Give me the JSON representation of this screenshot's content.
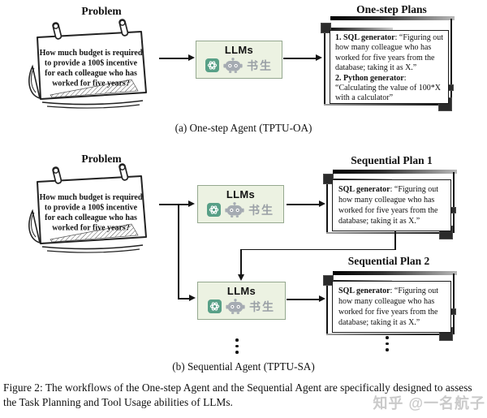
{
  "problem": {
    "title": "Problem",
    "line1": "How much budget is required",
    "line2": "to provide a 100$ incentive",
    "line3": "for each colleague who has",
    "line4": "worked for five years?"
  },
  "llms": {
    "label": "LLMs",
    "partner_logo_text": "书生",
    "icons": [
      "openai-knot-icon",
      "robot-icon"
    ]
  },
  "panel_a": {
    "plans_title": "One-step Plans",
    "plan_item1_prefix": "1. ",
    "plan_item1_name": "SQL generator",
    "plan_item1_text": ": “Figuring out how many colleague who has worked for five years from the database; taking it as X.”",
    "plan_item2_prefix": "2. ",
    "plan_item2_name": "Python generator",
    "plan_item2_text": ": “Calculating the value of 100*X with a calculator”",
    "caption": "(a) One-step Agent (TPTU-OA)"
  },
  "panel_b": {
    "plan1_title": "Sequential Plan 1",
    "plan2_title": "Sequential Plan 2",
    "plan_name": "SQL generator",
    "plan_text": ": “Figuring out how many colleague who has worked for five years from the database; taking it as X.”",
    "caption": "(b) Sequential Agent (TPTU-SA)"
  },
  "figure_caption": "Figure 2: The workflows of the One-step Agent and the Sequential Agent are specifically designed to assess the Task Planning and Tool Usage abilities of LLMs.",
  "watermark": "知乎 @一名航子",
  "colors": {
    "llm_box_bg": "#ecf2e2",
    "llm_box_border": "#95a88f",
    "openai_green": "#58a087",
    "robot_gray": "#a5abb2",
    "ink": "#141414"
  }
}
